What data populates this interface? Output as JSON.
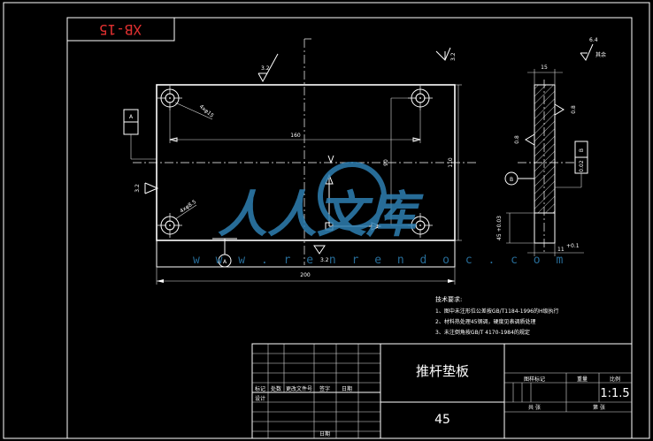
{
  "drawing_number": "XB-15",
  "main_view": {
    "length_label": "200",
    "width_label": "110",
    "hole_pitch_x": "160",
    "hole_pitch_y": "90",
    "hole_callout_top": "4xφ15",
    "hole_callout_bottom": "4xφ8.5",
    "roughness_left": "3.2",
    "roughness_top": "3.2",
    "roughness_bottom": "3.2",
    "roughness_corner": "3.2",
    "datum_frame_left": "A",
    "datum_circle_bottom": "A"
  },
  "side_view": {
    "thickness_label": "15",
    "roughness_general": "6.4",
    "roughness_general_note": "其余",
    "roughness_right": "0.8",
    "roughness_left": "0.8",
    "parallel_tolerance": "0.02",
    "parallel_datum": "B",
    "datum_circle": "B",
    "depth_label": "11",
    "depth_tol": "+0.1",
    "bottom_tol": "45 +0.03"
  },
  "tech_requirements": {
    "title": "技术要求:",
    "items": [
      "1、图中未注形位公差按GB/T1184-1996的H级执行",
      "2、材料热处理45钢调，硬度见表调质处理",
      "3、未注倒角按GB/T 4170-1984的规定"
    ]
  },
  "title_block": {
    "part_name": "推杆垫板",
    "material": "45",
    "stage_mark_label": "图样标记",
    "weight_label": "重量",
    "scale_label": "比例",
    "scale_value": "1:1.5",
    "sheet_total_label": "共    张",
    "sheet_label": "第    张",
    "row_labels": [
      "标记",
      "处数",
      "更改文件号",
      "签字",
      "日期"
    ],
    "designer_label": "设计",
    "date_label": "日期"
  },
  "watermark": {
    "cn": "人人文库",
    "url": "w w w . r e n r e n d o c . c o m"
  }
}
